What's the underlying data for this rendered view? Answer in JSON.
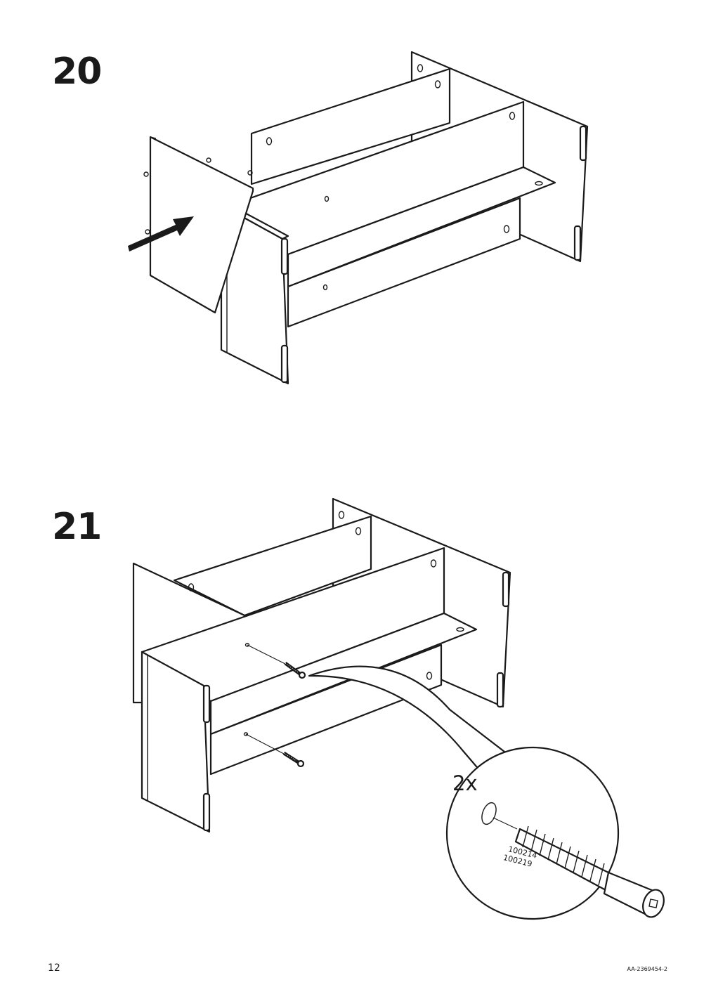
{
  "steps": [
    {
      "number": "20"
    },
    {
      "number": "21",
      "quantity": "2x",
      "part_numbers": [
        "100214",
        "100219"
      ]
    }
  ],
  "footer": {
    "page_number": "12",
    "document_code": "AA-2369454-2"
  }
}
